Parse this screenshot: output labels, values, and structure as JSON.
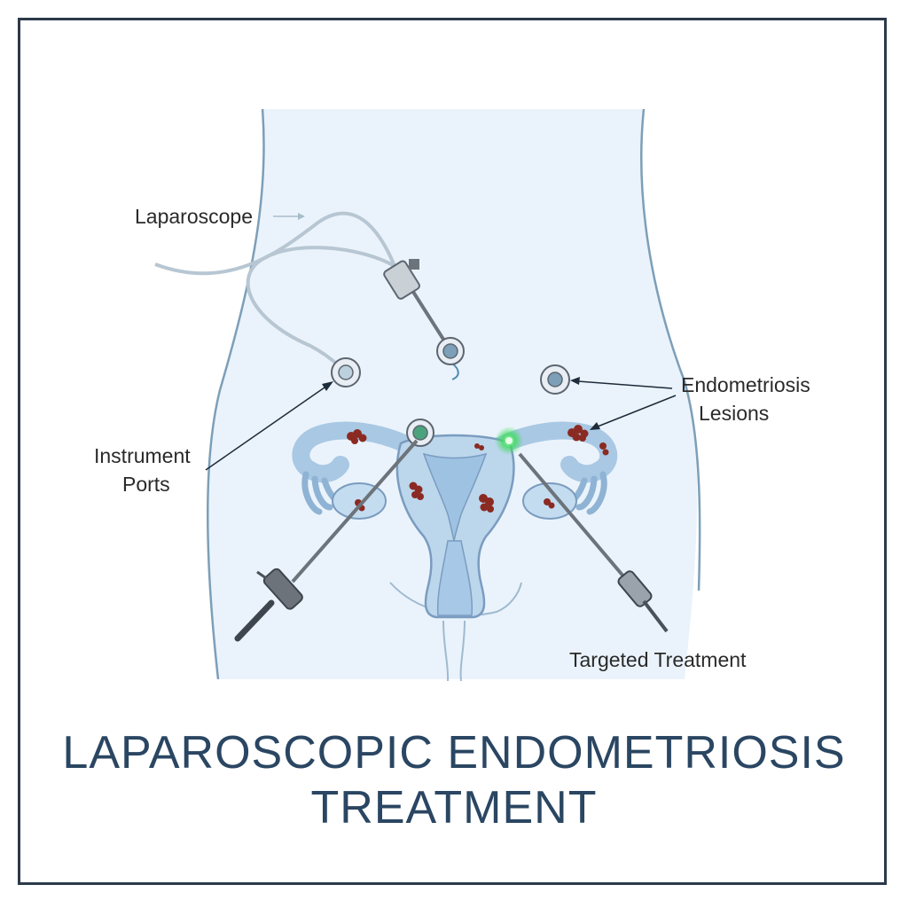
{
  "labels": {
    "laparoscope": "Laparoscope",
    "instrument_ports": [
      "Instrument",
      "Ports"
    ],
    "endometriosis_lesions": [
      "Endometriosis",
      "Lesions"
    ],
    "targeted_treatment": "Targeted Treatment"
  },
  "title": [
    "LAPAROSCOPIC ENDOMETRIOSIS",
    "TREATMENT"
  ],
  "colors": {
    "frame": "#2b3a4a",
    "title": "#2a4662",
    "body_fill": "#eaf3fb",
    "body_outline": "#7d9fb8",
    "organ_fill": "#bcd6ec",
    "organ_outline": "#7a9cc0",
    "lesion": "#8b2a22",
    "laser_glow": "#3ddc5a",
    "instrument": "#6c737a"
  }
}
